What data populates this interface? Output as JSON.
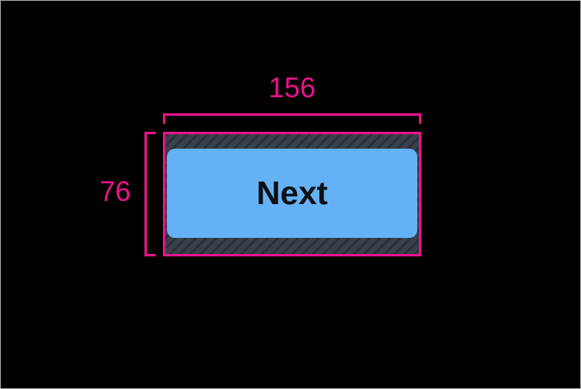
{
  "colors": {
    "bg": "#000000",
    "frame": "#a8a8a8",
    "accent": "#ec128c",
    "btn": "#64b2f5",
    "btntext": "#0c0f14",
    "hatchbg": "#39404a",
    "hatchline": "#2b313a"
  },
  "annotations": {
    "width": {
      "label": "156"
    },
    "height": {
      "label": "76"
    }
  },
  "button": {
    "label": "Next"
  }
}
